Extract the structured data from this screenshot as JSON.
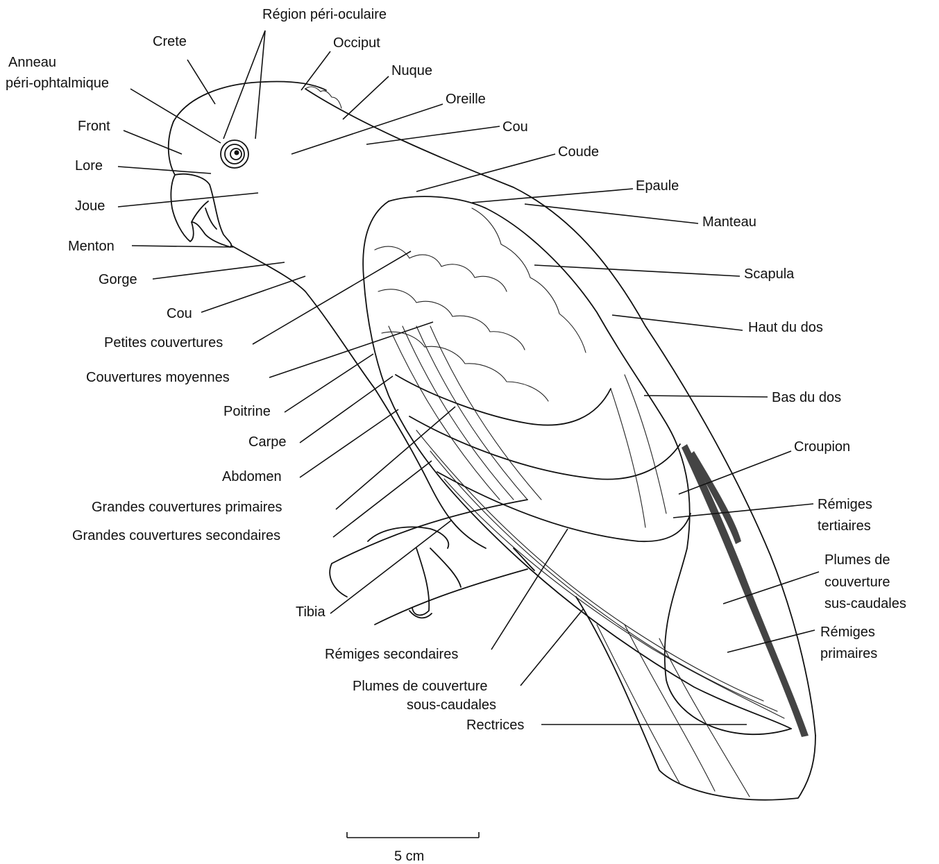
{
  "diagram": {
    "labels": {
      "region_perioculaire": "Région péri-oculaire",
      "crete": "Crete",
      "occiput": "Occiput",
      "anneau_1": "Anneau",
      "anneau_2": "péri-ophtalmique",
      "nuque": "Nuque",
      "oreille": "Oreille",
      "front": "Front",
      "cou_top": "Cou",
      "coude": "Coude",
      "lore": "Lore",
      "epaule": "Epaule",
      "joue": "Joue",
      "manteau": "Manteau",
      "menton": "Menton",
      "scapula": "Scapula",
      "gorge": "Gorge",
      "cou_bottom": "Cou",
      "haut_du_dos": "Haut du dos",
      "petites_couvertures": "Petites couvertures",
      "couvertures_moyennes": "Couvertures moyennes",
      "bas_du_dos": "Bas du dos",
      "poitrine": "Poitrine",
      "carpe": "Carpe",
      "croupion": "Croupion",
      "abdomen": "Abdomen",
      "remiges_tertiaires_1": "Rémiges",
      "remiges_tertiaires_2": "tertiaires",
      "grandes_couv_primaires": "Grandes couvertures primaires",
      "grandes_couv_secondaires": "Grandes couvertures secondaires",
      "plumes_couv_sus_1": "Plumes de",
      "plumes_couv_sus_2": "couverture",
      "plumes_couv_sus_3": "sus-caudales",
      "tibia": "Tibia",
      "remiges_primaires_1": "Rémiges",
      "remiges_primaires_2": "primaires",
      "remiges_secondaires": "Rémiges secondaires",
      "plumes_couv_sous_1": "Plumes de couverture",
      "plumes_couv_sous_2": "sous-caudales",
      "rectrices": "Rectrices"
    },
    "scale_bar": {
      "label": "5 cm"
    }
  }
}
